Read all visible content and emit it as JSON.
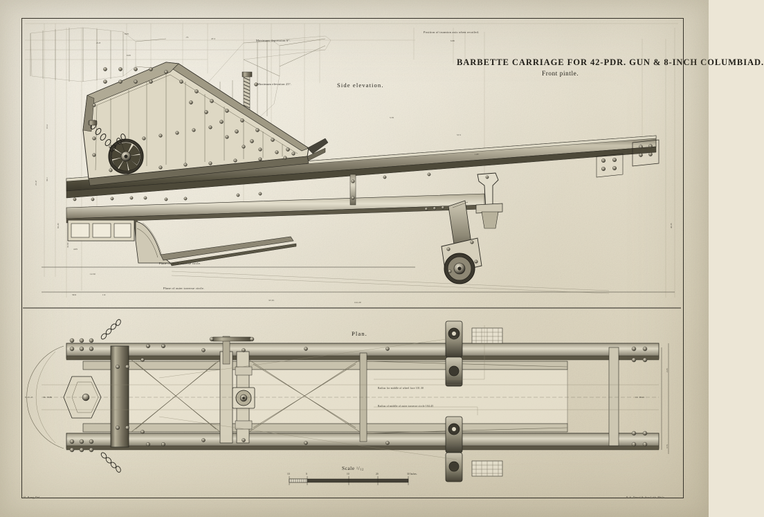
{
  "plate": {
    "title": "BARBETTE CARRIAGE FOR 42-PDR. GUN & 8-INCH COLUMBIAD.",
    "subtitle": "Front pintle.",
    "paper_color": "#ece6d6",
    "ink_color": "#201e18"
  },
  "views": {
    "elevation_label": "Side elevation.",
    "plan_label": "Plan."
  },
  "annotations": {
    "max_depression": "Maximum depression 6°.",
    "max_elevation": "Maximum elevation 25°.",
    "trunnion_recoiled": "Position of trunnion axis when recoiled.",
    "plane_circle_traverse": "Plane of circle traverse circle.",
    "plane_outer_traverse": "Plane of outer traverse circle.",
    "radius_wheel_face": "Radius for middle of wheel face  101.30",
    "radius_outer_traverse": "Radius of middle of outer traverse circle  104.45"
  },
  "scale": {
    "label": "Scale",
    "fraction_num": "1",
    "fraction_den": "12",
    "ticks": [
      {
        "label": "10",
        "pos": 0
      },
      {
        "label": "0",
        "pos": 14
      },
      {
        "label": "10",
        "pos": 48
      },
      {
        "label": "20",
        "pos": 72
      },
      {
        "label": "30 Inches.",
        "pos": 96
      }
    ],
    "minor_labels": [
      "9",
      "8",
      "7",
      "6",
      "5",
      "4",
      "3",
      "2",
      "1"
    ]
  },
  "credits": {
    "left": "H. Rung Del.",
    "right": "P. S. Duval & Son Lith. Phila."
  },
  "dimensions": {
    "elevation_top": [
      "8.05",
      "21.8",
      ".75",
      "47.2",
      "6.80",
      "6.95"
    ],
    "elevation_right": [
      "5.70",
      "57.5",
      "1.87",
      "46.35"
    ],
    "elevation_left": [
      "13.4",
      "32.1",
      "21.47",
      "81.20",
      "31.60"
    ],
    "elevation_bottom": [
      "4.05",
      "12.50",
      "30.9",
      "1.9",
      "37.33",
      "141.20"
    ],
    "plan_left": [
      "8. 45.45",
      "36. 38.89"
    ],
    "plan_right": [
      "10. 38.22",
      "2.25",
      "3.75"
    ]
  }
}
